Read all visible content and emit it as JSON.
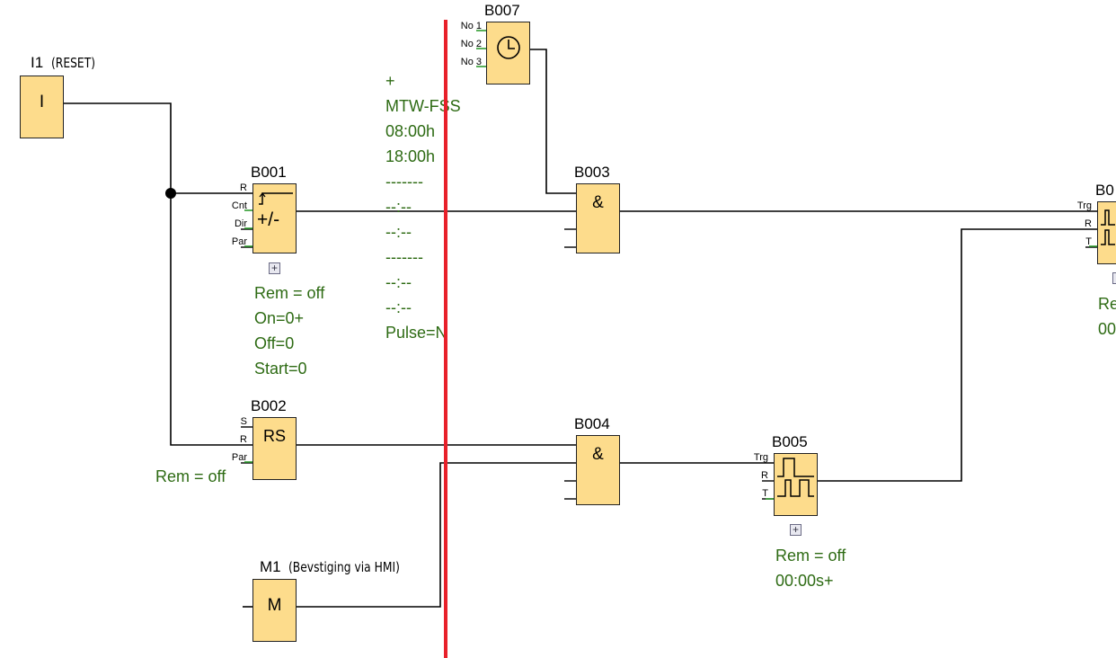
{
  "blocks": {
    "I1": {
      "name": "I1",
      "comment": "(RESET)",
      "symbol": "I"
    },
    "M1": {
      "name": "M1",
      "comment": "(Bevstiging via HMI)",
      "symbol": "M"
    },
    "B001": {
      "name": "B001",
      "pins": [
        "R",
        "Cnt",
        "Dir",
        "Par"
      ],
      "params": [
        "Rem = off",
        "On=0+",
        "Off=0",
        "Start=0"
      ]
    },
    "B002": {
      "name": "B002",
      "symbol": "RS",
      "pins": [
        "S",
        "R",
        "Par"
      ],
      "params": [
        "Rem = off"
      ]
    },
    "B003": {
      "name": "B003",
      "symbol": "&"
    },
    "B004": {
      "name": "B004",
      "symbol": "&"
    },
    "B005": {
      "name": "B005",
      "pins": [
        "Trg",
        "R",
        "T"
      ],
      "params": [
        "Rem = off",
        "00:00s+"
      ]
    },
    "B007": {
      "name": "B007",
      "pins": [
        "No 1",
        "No 2",
        "No 3"
      ],
      "params": [
        "+",
        "MTW-FSS",
        "08:00h",
        "18:00h",
        "-------",
        "--:--",
        "--:--",
        "-------",
        "--:--",
        "--:--",
        "Pulse=N"
      ]
    },
    "B00x": {
      "name": "B0",
      "pins": [
        "Trg",
        "R",
        "T"
      ],
      "params": [
        "Re",
        "00"
      ]
    }
  },
  "expand_symbol": "+",
  "colors": {
    "block_fill": "#fddc8c",
    "param_text": "#2e6b14",
    "wire": "#000000",
    "marker_line": "#e8202a"
  }
}
